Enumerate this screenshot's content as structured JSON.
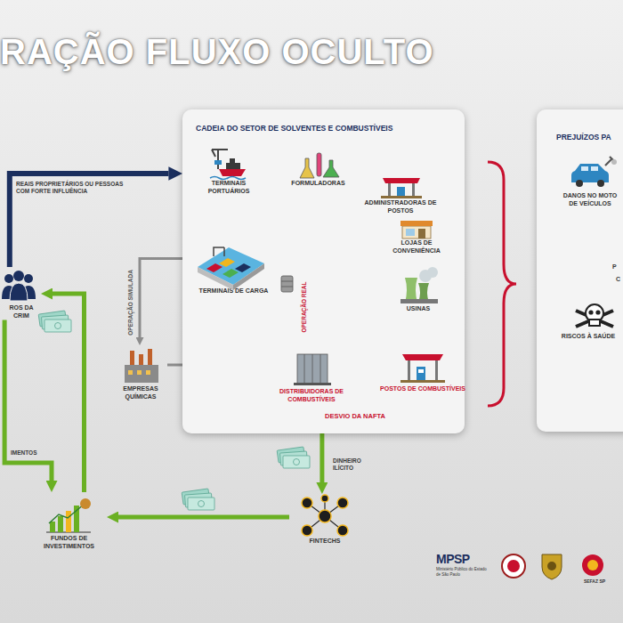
{
  "diagram": {
    "title": "RAÇÃO FLUXO OCULTO",
    "nodes": [
      {
        "text": [
          "ROS DA CRIM"
        ]
      },
      {
        "text": [
          "CADEIA DO SETOR DE SOLVENTES E COMBUSTÍVEIS"
        ]
      },
      {
        "text": [
          "TERMINAIS PORTUÁRIOS"
        ],
        "in": 1
      },
      {
        "text": [
          "FORMULADORAS"
        ],
        "in": 1
      },
      {
        "text": [
          "ADMINISTRADORAS DE POSTOS"
        ],
        "in": 1
      },
      {
        "text": [
          "LOJAS DE CONVENIÊNCIA"
        ],
        "in": 1
      },
      {
        "text": [
          "TERMINAIS DE CARGA"
        ],
        "in": 1
      },
      {
        "text": [
          "USINAS"
        ],
        "in": 1
      },
      {
        "text": [
          "EMPRESAS QUÍMICAS"
        ]
      },
      {
        "text": [
          "DISTRIBUIDORAS DE COMBUSTÍVEIS"
        ],
        "in": 1
      },
      {
        "text": [
          "POSTOS DE COMBUSTÍVEIS"
        ],
        "in": 1
      },
      {
        "text": [
          "PREJUÍZOS PA"
        ]
      },
      {
        "text": [
          "DANOS NO MOTO DE VEÍCULOS"
        ],
        "in": 11
      },
      {
        "text": [
          "RISCOS À SAÚDE"
        ],
        "in": 11
      },
      {
        "text": [
          "FINTECHS"
        ]
      },
      {
        "text": [
          "FUNDOS DE INVESTIMENTOS"
        ]
      }
    ],
    "edges": [
      {
        "from": 0,
        "to": 1,
        "arrow": "to",
        "label": "REAIS PROPRIETÁRIOS OU PESSOAS COM FORTE INFLUÊNCIA"
      },
      {
        "from": 2,
        "to": 6,
        "arrow": "to"
      },
      {
        "from": 6,
        "to": 9,
        "arrow": "to",
        "label": "OPERAÇÃO REAL"
      },
      {
        "from": 6,
        "to": 8,
        "arrow": "to",
        "label": "OPERAÇÃO SIMULADA"
      },
      {
        "from": 8,
        "to": 9,
        "arrow": "to"
      },
      {
        "from": 9,
        "to": 10,
        "arrow": "to"
      },
      {
        "from": 1,
        "to": 14,
        "arrow": "to",
        "label": "DINHEIRO ILÍCITO"
      },
      {
        "from": 14,
        "to": 15,
        "arrow": "to"
      },
      {
        "from": 15,
        "to": 0,
        "arrow": "to"
      },
      {
        "from": 0,
        "to": 15,
        "arrow": "to",
        "label": "IMENTOS"
      }
    ],
    "labels": [
      "DESVIO DA NAFTA",
      "P",
      "C",
      "MPSP",
      "Ministério Público do Estado de São Paulo",
      "SEFAZ SP"
    ]
  }
}
